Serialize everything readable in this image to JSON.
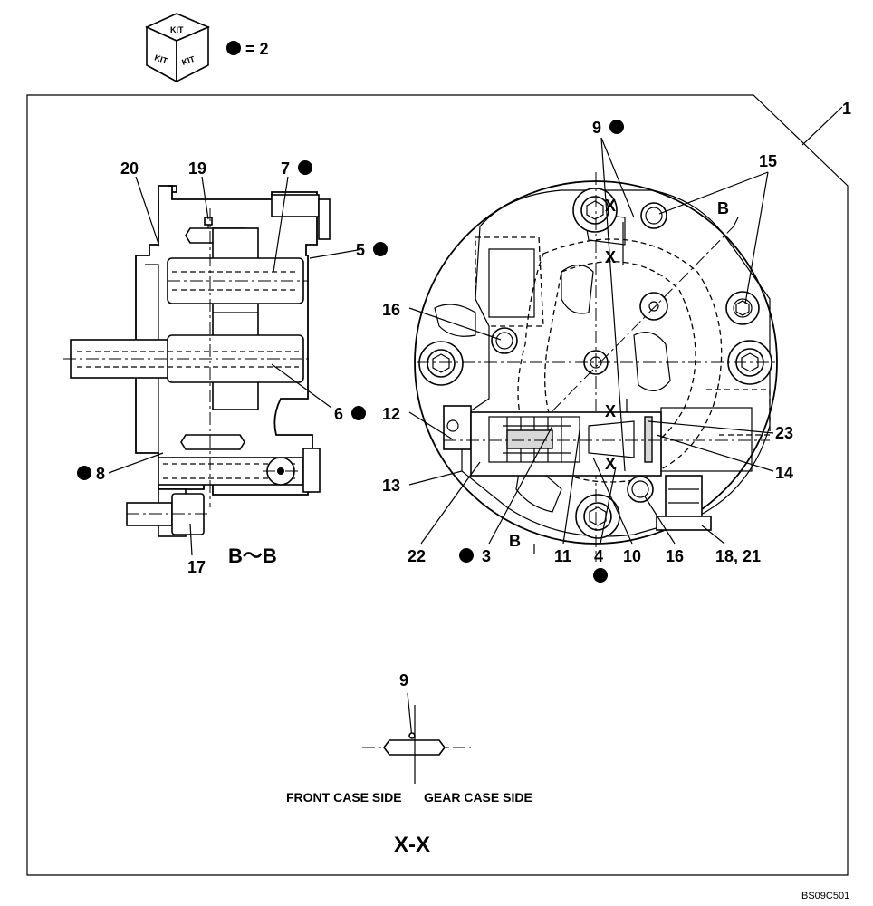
{
  "kit": {
    "face_top": "KIT",
    "face_left": "KIT",
    "face_right": "KIT",
    "legend": "= 2"
  },
  "labels": {
    "assembly": "1",
    "pin_top": "9",
    "bolt_b": "15",
    "arrow_b": "B",
    "plug_16a": "16",
    "plug_12": "12",
    "plug_13": "13",
    "part_23": "23",
    "part_14": "14",
    "part_22": "22",
    "part_3": "3",
    "arrow_b_bottom": "B",
    "part_11": "11",
    "part_4": "4",
    "part_10": "10",
    "plug_16b": "16",
    "part_18_21": "18, 21",
    "part_20": "20",
    "part_19": "19",
    "part_7": "7",
    "part_5": "5",
    "part_6": "6",
    "part_8": "8",
    "part_17": "17",
    "section_bb": "B～B",
    "pin_xx": "9",
    "x_mark": "X"
  },
  "detail_xx": {
    "front_label": "FRONT CASE SIDE",
    "gear_label": "GEAR CASE SIDE",
    "title": "X-X"
  },
  "drawing_code": "BS09C501"
}
